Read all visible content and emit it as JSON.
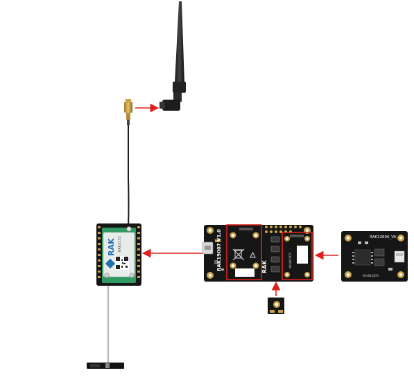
{
  "labels": {
    "module_brand": "RAK",
    "module_model": "RAK3172",
    "base_board": "RAK19007 V1.0",
    "base_brand": "RAK",
    "base_tag": "WisBLOCK",
    "sensor_board": "RAK13600_VA",
    "sensor_tag": "WisBLOCK"
  },
  "colors": {
    "arrow": "#e0201c",
    "pcb": "#161616",
    "pad": "#c9a24a",
    "module_shield": "#e7ece9",
    "module_pcb": "#2f9a63",
    "highlight_box": "#e0201c"
  }
}
